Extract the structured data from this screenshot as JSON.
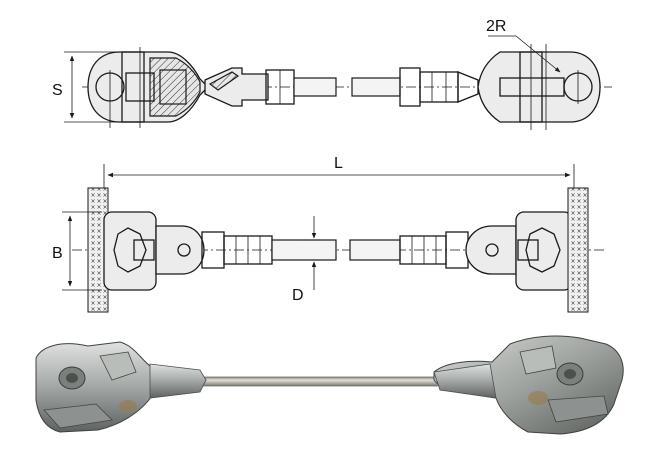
{
  "dimensions": {
    "two_r": "2R",
    "s": "S",
    "l": "L",
    "b": "B",
    "d": "D"
  },
  "colors": {
    "line": "#1a1a1a",
    "metal_light": "#c9ccc9",
    "metal_dark": "#6e7270",
    "rod": "#b7b3a6",
    "background": "#ffffff"
  }
}
